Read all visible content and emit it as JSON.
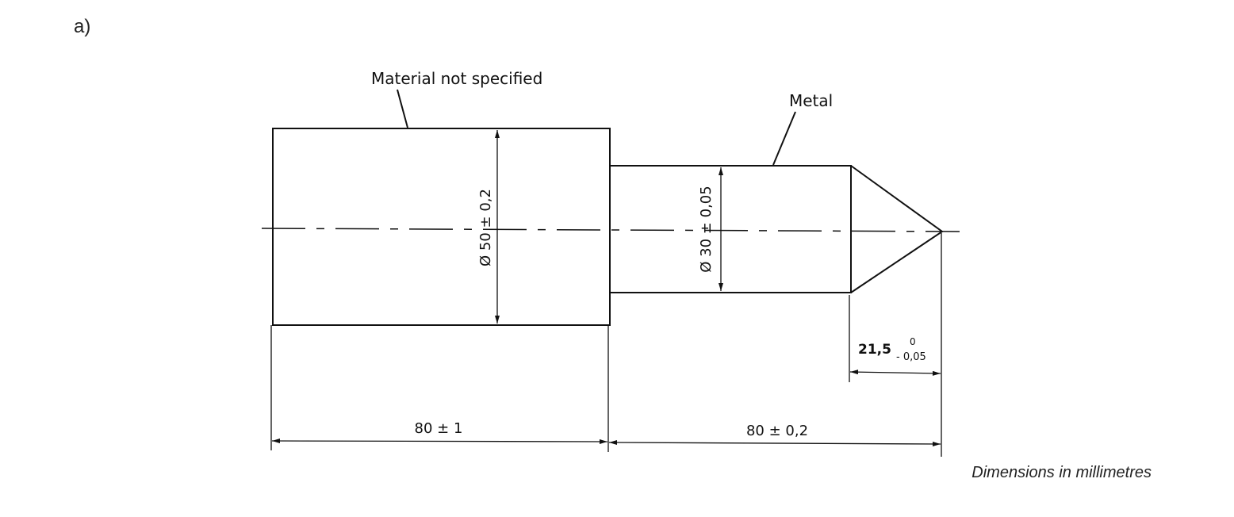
{
  "figure_label": "a)",
  "callouts": {
    "left_part": "Material not specified",
    "right_part": "Metal"
  },
  "dimensions": {
    "left_diameter": "Ø 50 ± 0,2",
    "right_diameter": "Ø 30 ± 0,05",
    "left_length": "80 ± 1",
    "right_length": "80 ± 0,2",
    "cone_length": "21,5",
    "cone_tol_upper": "0",
    "cone_tol_lower": "- 0,05"
  },
  "units_note": "Dimensions in millimetres"
}
